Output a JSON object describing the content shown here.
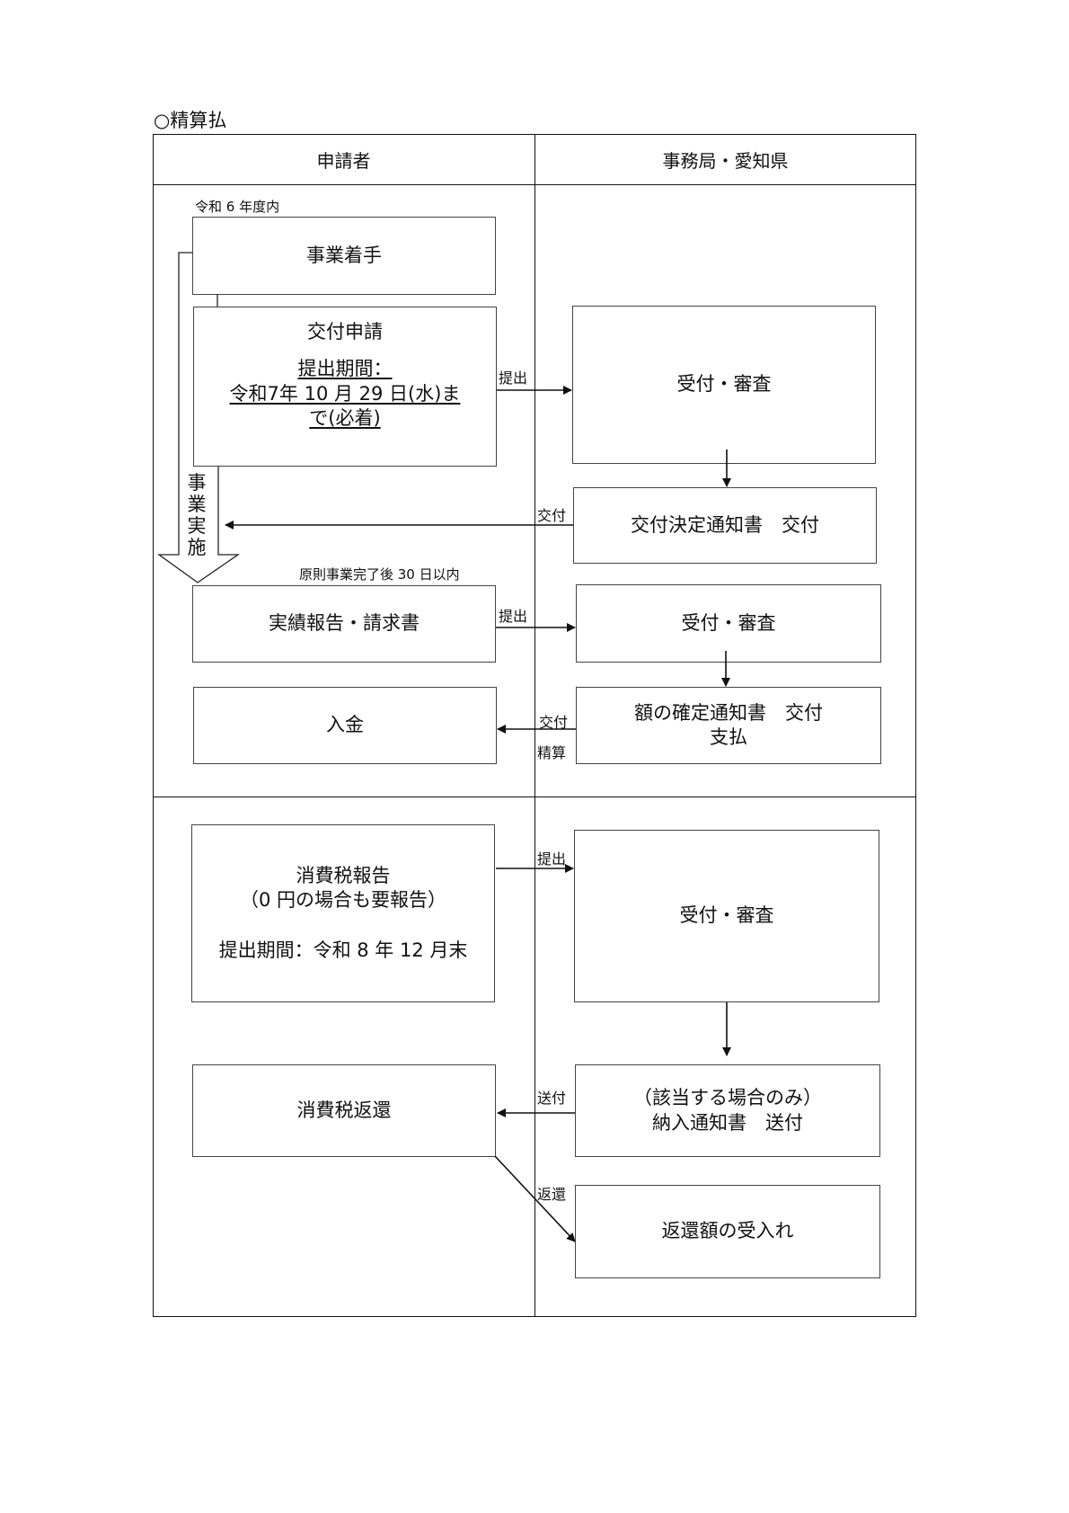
{
  "title": "○精算払",
  "columns": {
    "applicant": "申請者",
    "office": "事務局・愛知県"
  },
  "notes": {
    "fiscal_year": "令和 6 年度内",
    "report_deadline": "原則事業完了後 30 日以内"
  },
  "arrow_label_vertical": [
    "事",
    "業",
    "実",
    "施"
  ],
  "applicant_boxes": {
    "start": "事業着手",
    "application_title": "交付申請",
    "application_period_label": "提出期間：",
    "application_period_line1": "令和7年 10 月 29 日(水)ま",
    "application_period_line2": "で(必着)",
    "report": "実績報告・請求書",
    "payment_received": "入金",
    "tax_report_line1": "消費税報告",
    "tax_report_line2": "（0 円の場合も要報告）",
    "tax_report_period": "提出期間：令和 8 年 12 月末",
    "tax_refund": "消費税返還"
  },
  "office_boxes": {
    "review1": "受付・審査",
    "decision_notice": "交付決定通知書　交付",
    "review2": "受付・審査",
    "amount_notice_line1": "額の確定通知書　交付",
    "amount_notice_line2": "支払",
    "review3": "受付・審査",
    "payment_notice_line1": "（該当する場合のみ）",
    "payment_notice_line2": "納入通知書　送付",
    "refund_receipt": "返還額の受入れ"
  },
  "flow_labels": {
    "submit1": "提出",
    "issue1": "交付",
    "submit2": "提出",
    "issue2": "交付",
    "settle": "精算",
    "submit3": "提出",
    "send": "送付",
    "refund": "返還"
  }
}
